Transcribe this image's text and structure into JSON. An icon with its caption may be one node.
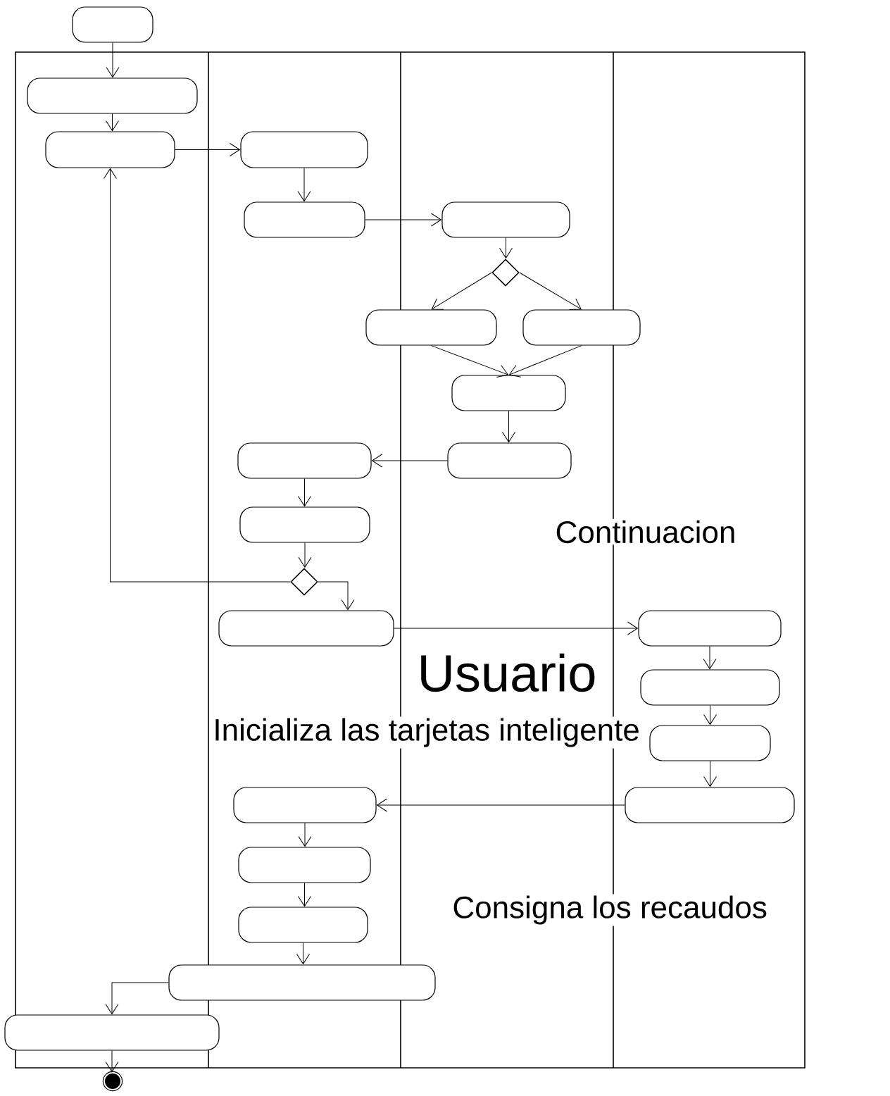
{
  "diagram": {
    "nodes": [
      {
        "text": [],
        "shape": "box"
      },
      {
        "text": [],
        "shape": "box"
      },
      {
        "text": [],
        "shape": "box"
      },
      {
        "text": [],
        "shape": "box"
      },
      {
        "text": [],
        "shape": "box"
      },
      {
        "text": [],
        "shape": "box"
      },
      {
        "text": [],
        "shape": "diamond"
      },
      {
        "text": [],
        "shape": "box"
      },
      {
        "text": [],
        "shape": "box"
      },
      {
        "text": [],
        "shape": "box"
      },
      {
        "text": [],
        "shape": "box"
      },
      {
        "text": [],
        "shape": "box"
      },
      {
        "text": [],
        "shape": "box"
      },
      {
        "text": [],
        "shape": "diamond"
      },
      {
        "text": [],
        "shape": "box"
      },
      {
        "text": [],
        "shape": "box"
      },
      {
        "text": [],
        "shape": "box"
      },
      {
        "text": [],
        "shape": "box"
      },
      {
        "text": [],
        "shape": "box"
      },
      {
        "text": [],
        "shape": "box"
      },
      {
        "text": [],
        "shape": "box"
      },
      {
        "text": [],
        "shape": "box"
      },
      {
        "text": [],
        "shape": "box"
      },
      {
        "text": [],
        "shape": "box"
      },
      {
        "text": [],
        "shape": "circle"
      }
    ],
    "edges": [
      {
        "from": 0,
        "to": 1,
        "arrow": "to"
      },
      {
        "from": 1,
        "to": 2,
        "arrow": "to"
      },
      {
        "from": 2,
        "to": 3,
        "arrow": "to"
      },
      {
        "from": 3,
        "to": 4,
        "arrow": "to"
      },
      {
        "from": 4,
        "to": 5,
        "arrow": "to"
      },
      {
        "from": 5,
        "to": 6,
        "arrow": "to"
      },
      {
        "from": 6,
        "to": 7,
        "arrow": "to"
      },
      {
        "from": 6,
        "to": 8,
        "arrow": "to"
      },
      {
        "from": 7,
        "to": 9,
        "arrow": "to"
      },
      {
        "from": 8,
        "to": 9,
        "arrow": "to"
      },
      {
        "from": 9,
        "to": 10,
        "arrow": "to"
      },
      {
        "from": 10,
        "to": 11,
        "arrow": "to"
      },
      {
        "from": 11,
        "to": 12,
        "arrow": "to"
      },
      {
        "from": 12,
        "to": 13,
        "arrow": "to"
      },
      {
        "from": 13,
        "to": 2,
        "arrow": "to"
      },
      {
        "from": 13,
        "to": 14,
        "arrow": "to"
      },
      {
        "from": 14,
        "to": 15,
        "arrow": "to"
      },
      {
        "from": 15,
        "to": 16,
        "arrow": "to"
      },
      {
        "from": 16,
        "to": 17,
        "arrow": "to"
      },
      {
        "from": 17,
        "to": 18,
        "arrow": "to"
      },
      {
        "from": 18,
        "to": 19,
        "arrow": "to"
      },
      {
        "from": 19,
        "to": 20,
        "arrow": "to"
      },
      {
        "from": 20,
        "to": 21,
        "arrow": "to"
      },
      {
        "from": 21,
        "to": 22,
        "arrow": "to"
      },
      {
        "from": 22,
        "to": 23,
        "arrow": "to"
      },
      {
        "from": 23,
        "to": 24,
        "arrow": "to"
      }
    ],
    "labels": [
      "Continuacion",
      "Usuario",
      "Inicializa las tarjetas inteligente",
      "Consigna los recaudos"
    ]
  }
}
